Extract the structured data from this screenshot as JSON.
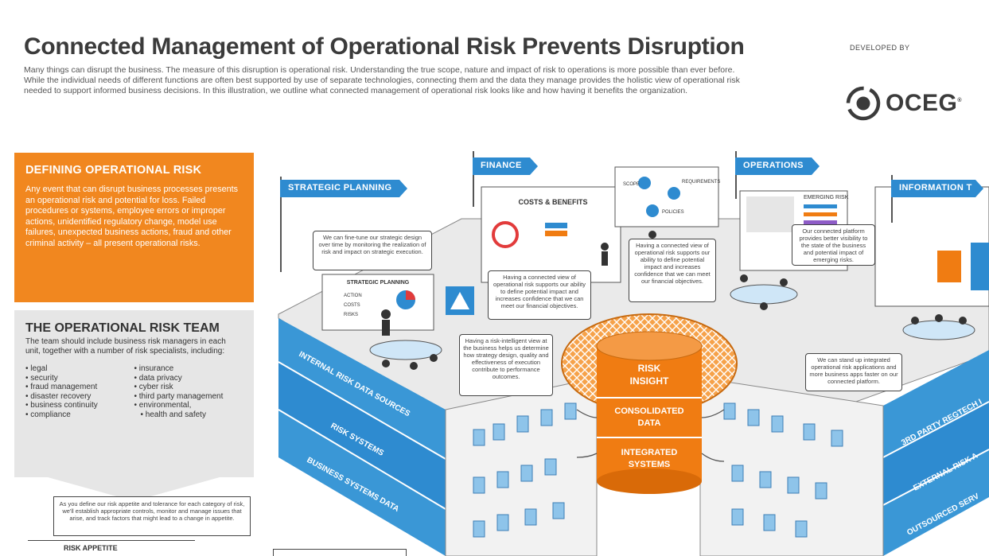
{
  "header": {
    "title": "Connected Management of Operational Risk Prevents Disruption",
    "intro": "Many things can disrupt the business. The measure of this disruption is operational risk. Understanding the true scope, nature and impact of risk to operations is more possible than ever before. While the individual needs of different functions are often best supported by use of separate technologies, connecting them and the data they manage provides the holistic view of operational risk needed to support informed business decisions. In this illustration, we outline what connected management of operational risk looks like and how having it benefits the organization.",
    "developed_by": "DEVELOPED BY",
    "logo_text": "OCEG",
    "logo_mark": "®"
  },
  "defining": {
    "title": "DEFINING OPERATIONAL RISK",
    "body": "Any event that can disrupt business processes presents an operational risk and potential for loss. Failed procedures or systems, employee errors or improper actions, unidentified regulatory change, model use failures, unexpected business actions, fraud and other criminal activity – all present operational risks."
  },
  "team": {
    "title": "THE OPERATIONAL RISK TEAM",
    "subtitle": "The team should include business risk managers in each unit, together with a number of risk specialists, including:",
    "col1": [
      "legal",
      "security",
      "fraud management",
      "disaster recovery",
      "business continuity",
      "compliance"
    ],
    "col2": [
      "insurance",
      "data privacy",
      "cyber risk",
      "third party management",
      "environmental,",
      "health and safety"
    ]
  },
  "appetite": {
    "note": "As you define our risk appetite and tolerance for each category of risk, we'll establish appropriate controls, monitor and manage issues that arise, and track factors that might lead to a change in appetite.",
    "label": "RISK APPETITE"
  },
  "tags": {
    "strategic_planning": "STRATEGIC PLANNING",
    "finance": "FINANCE",
    "operations": "OPERATIONS",
    "information": "INFORMATION T"
  },
  "bubbles": {
    "strategic": "We can fine-tune our strategic design over time by monitoring the realization of risk and impact on strategic execution.",
    "finance": "Having a connected view of operational risk supports our ability to define potential impact and increases confidence that we can meet our financial objectives.",
    "requirements": "Having a connected view of operational risk supports our ability to define potential impact and increases confidence that we can meet our financial objectives.",
    "emerging": "Our connected platform provides better visibility to the state of the business and potential impact of emerging risks.",
    "intelligent": "Having a risk-intelligent view at the business helps us determine how strategy design, quality and effectiveness of execution contribute to performance outcomes.",
    "info": "We can stand up integrated operational risk applications and more business apps faster on our connected platform."
  },
  "panels": {
    "costs": "COSTS & BENEFITS",
    "strategic_mini": "STRATEGIC PLANNING",
    "scope": "SCOPE",
    "requirements_label": "REQUIREMENTS",
    "policies": "POLICIES",
    "emerging_risk": "EMERGING RISK",
    "mini_rows": [
      "ACTION",
      "COSTS",
      "RISKS"
    ]
  },
  "center": {
    "top": "RISK",
    "top2": "INSIGHT",
    "mid": "CONSOLIDATED",
    "mid2": "DATA",
    "bot": "INTEGRATED",
    "bot2": "SYSTEMS"
  },
  "left_bands": [
    "INTERNAL RISK DATA SOURCES",
    "RISK SYSTEMS",
    "BUSINESS SYSTEMS DATA"
  ],
  "right_bands": [
    "3RD PARTY REGTECH I",
    "EXTERNAL RISK A",
    "OUTSOURCED SERV"
  ],
  "colors": {
    "orange": "#f1871f",
    "blue": "#2e8bd0",
    "gray": "#e6e6e6"
  }
}
